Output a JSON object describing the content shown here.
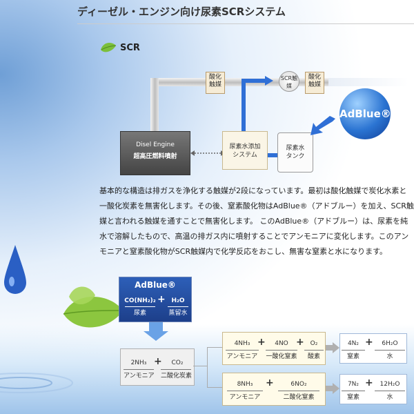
{
  "header": {
    "title": "ディーゼル・エンジン向け尿素SCRシステム"
  },
  "section": {
    "label": "SCR"
  },
  "diagram": {
    "oxidation_catalyst_1": "酸化触媒",
    "scr_catalyst": "SCR触媒",
    "oxidation_catalyst_2": "酸化触媒",
    "engine_line1": "Disel Engine",
    "engine_line2": "超高圧燃料噴射",
    "dosing_system": "尿素水添加システム",
    "urea_tank": "尿素水タンク",
    "adblue_logo": "AdBlue®"
  },
  "description": {
    "paragraphs": [
      "基本的な構造は排ガスを浄化する触媒が2段になっています。最初は酸化触媒で炭化水素と一酸化炭素を無害化します。その後、窒素酸化物はAdBlue®（アドブルー）を加え、SCR触媒と言われる触媒を通すことで無害化します。 このAdBlue®（アドブルー）は、尿素を純水で溶解したもので、高温の排ガス内に噴射することでアンモニアに変化します。このアンモニアと窒素酸化物がSCR触媒内で化学反応をおこし、無害な窒素と水になります。"
    ]
  },
  "reaction": {
    "adblue_title": "AdBlue®",
    "urea_formula": "CO(NH₂)₂",
    "urea_name": "尿素",
    "water_formula": "H₂O",
    "water_name": "蒸留水",
    "step1": {
      "a_formula": "2NH₃",
      "a_name": "アンモニア",
      "b_formula": "CO₂",
      "b_name": "二酸化炭素"
    },
    "step2a": {
      "a_formula": "4NH₃",
      "a_name": "アンモニア",
      "b_formula": "4NO",
      "b_name": "一酸化窒素",
      "c_formula": "O₂",
      "c_name": "酸素"
    },
    "result_a": {
      "a_formula": "4N₂",
      "a_name": "窒素",
      "b_formula": "6H₂O",
      "b_name": "水"
    },
    "step2b": {
      "a_formula": "8NH₃",
      "a_name": "アンモニア",
      "b_formula": "6NO₂",
      "b_name": "二酸化窒素"
    },
    "result_b": {
      "a_formula": "7N₂",
      "a_name": "窒素",
      "b_formula": "12H₂O",
      "b_name": "水"
    },
    "plus": "+"
  },
  "colors": {
    "adblue": "#1d4fa8",
    "flow_blue": "#2f6fd6",
    "gray_pipe": "#bdbdbd",
    "tag_beige": "#f6ecd6"
  }
}
